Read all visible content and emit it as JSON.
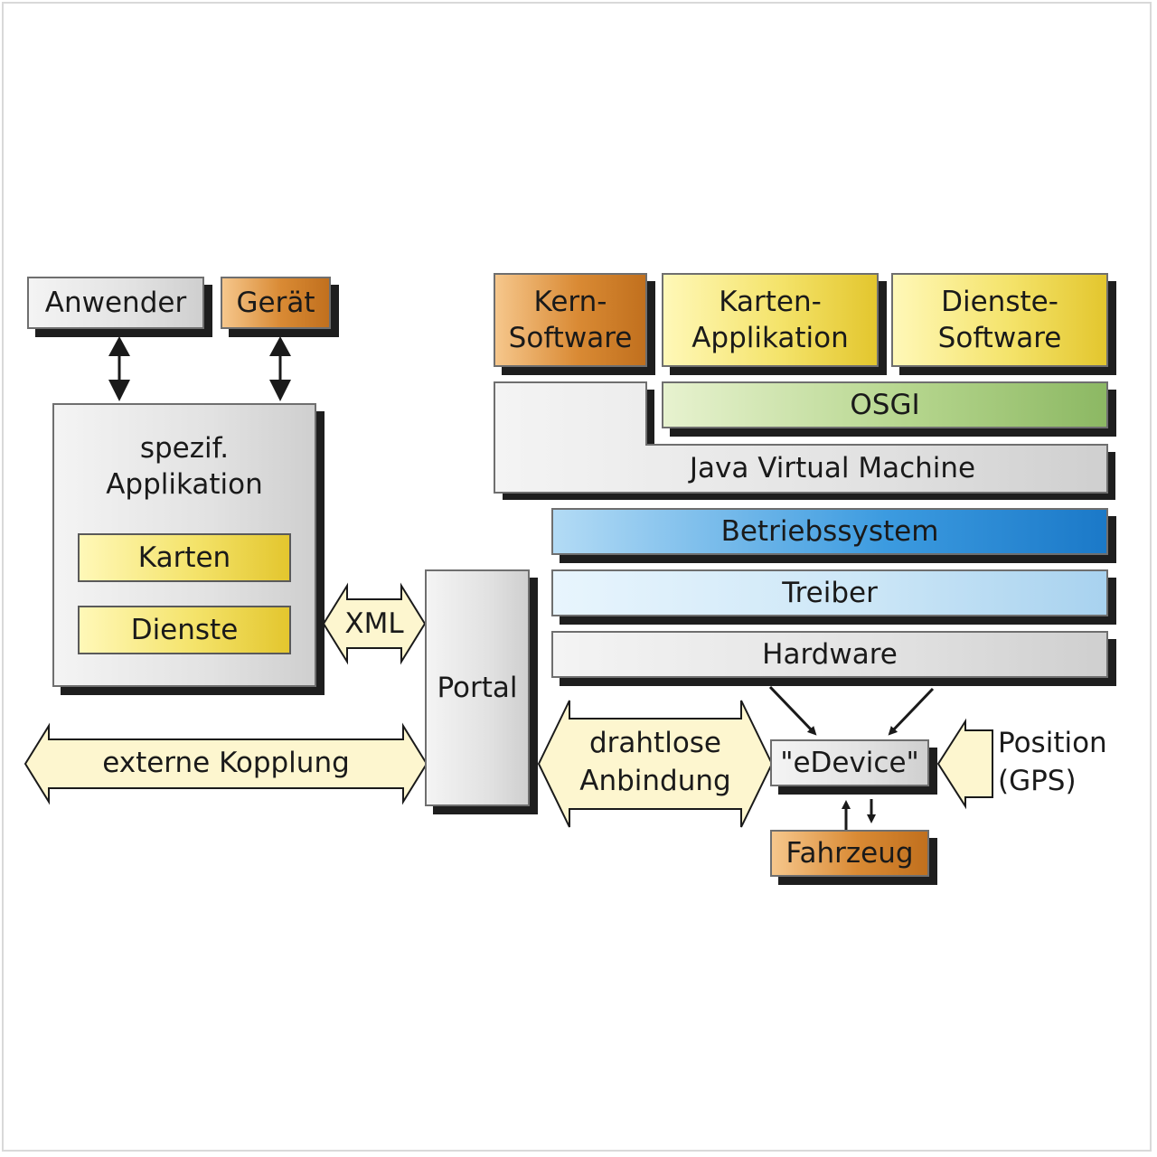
{
  "nodes": {
    "anwender": "Anwender",
    "geraet": "Gerät",
    "app_line1": "spezif.",
    "app_line2": "Applikation",
    "karten": "Karten",
    "dienste": "Dienste",
    "xml": "XML",
    "portal": "Portal",
    "externe_kopplung": "externe Kopplung",
    "kern_line1": "Kern-",
    "kern_line2": "Software",
    "karten_app_line1": "Karten-",
    "karten_app_line2": "Applikation",
    "dienste_sw_line1": "Dienste-",
    "dienste_sw_line2": "Software",
    "osgi": "OSGI",
    "jvm": "Java Virtual Machine",
    "betriebssystem": "Betriebssystem",
    "treiber": "Treiber",
    "hardware": "Hardware",
    "drahtlose_line1": "drahtlose",
    "drahtlose_line2": "Anbindung",
    "edevice": "\"eDevice\"",
    "position_line1": "Position",
    "position_line2": "(GPS)",
    "fahrzeug": "Fahrzeug"
  },
  "colors": {
    "gray": "#e2e2e2",
    "orange": "#d98a34",
    "yellow": "#f4e36a",
    "green": "#b6d68e",
    "blue": "#3c9be0",
    "light_blue": "#cde7f7",
    "arrow_fill": "#fdf6cf",
    "shadow": "#1e1e1e"
  }
}
